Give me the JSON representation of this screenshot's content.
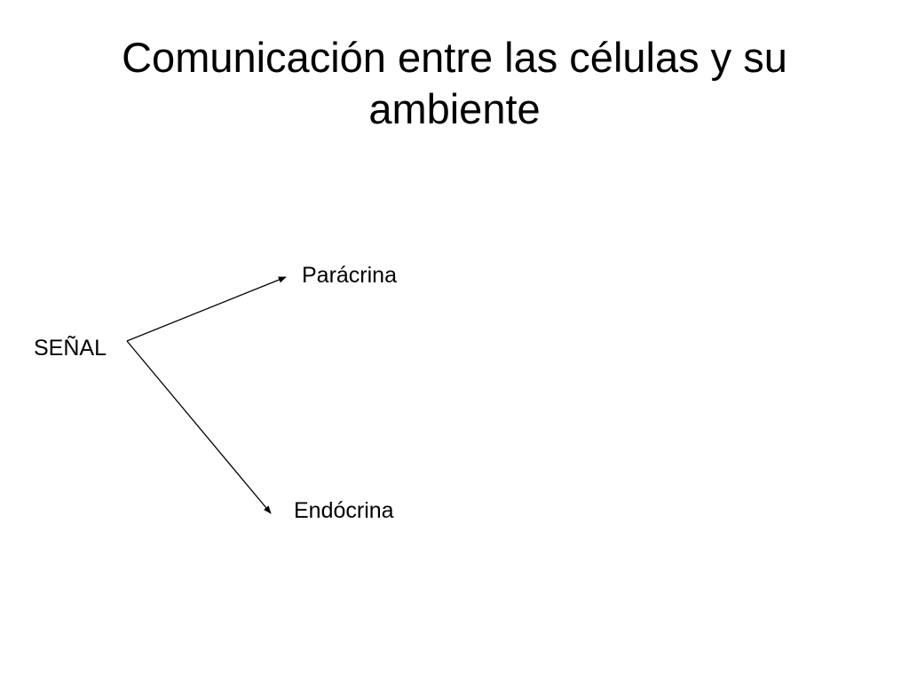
{
  "slide": {
    "title_line1": "Comunicación entre las células y su",
    "title_line2": "ambiente"
  },
  "diagram": {
    "source": "SEÑAL",
    "branches": [
      {
        "label": "Parácrina"
      },
      {
        "label": "Endócrina"
      }
    ],
    "colors": {
      "background": "#ffffff",
      "text": "#000000",
      "arrow": "#000000"
    }
  }
}
